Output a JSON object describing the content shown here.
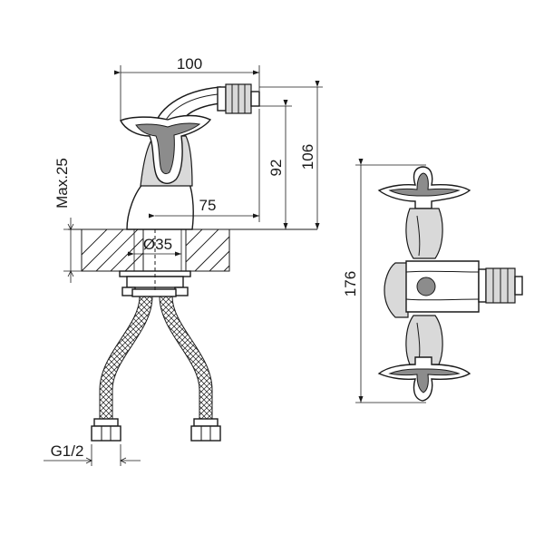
{
  "dimensions": {
    "width_total": "100",
    "reach_spout": "75",
    "height_outlet": "92",
    "height_total": "106",
    "deck_thickness_max": "Max.25",
    "mounting_hole": "Ø35",
    "thread": "G1/2",
    "side_height": "176"
  },
  "colors": {
    "line": "#1a1a1a",
    "shade": "#d9d9d9",
    "dark": "#8c8c8c",
    "background": "#ffffff"
  }
}
